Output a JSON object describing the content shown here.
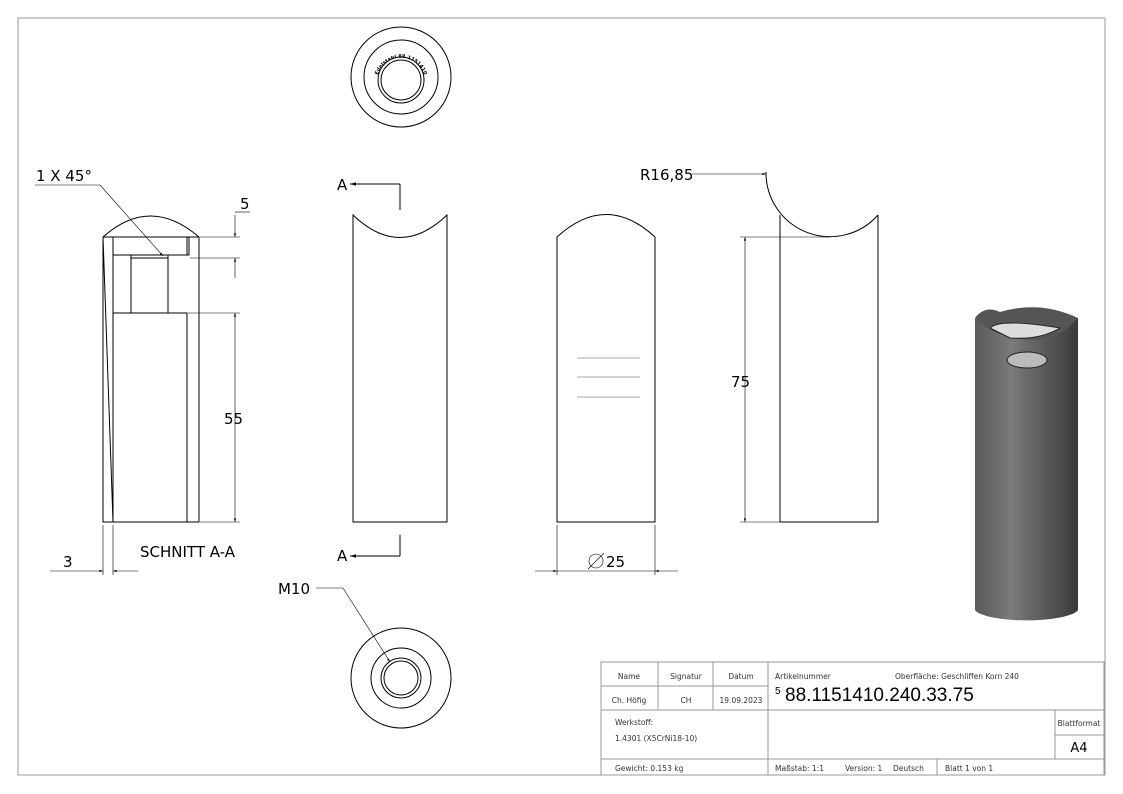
{
  "drawing": {
    "section_label": "SCHNITT A-A",
    "chamfer_note": "1 X 45°",
    "dim_top": "5",
    "dim_bore_depth": "55",
    "dim_wall": "3",
    "section_marker": "A",
    "thread_note": "M10",
    "diameter": "25",
    "radius_note": "R16,85",
    "length": "75",
    "engraving": "Edelstahl 88.1151410.240.33.75"
  },
  "title_block": {
    "name_label": "Name",
    "signature_label": "Signatur",
    "date_label": "Datum",
    "name": "Ch. Höfig",
    "signature": "CH",
    "date": "19.09.2023",
    "article_label": "Artikelnummer",
    "surface": "Oberfläche:  Geschliffen Korn 240",
    "revision": "5",
    "article_number": "88.1151410.240.33.75",
    "material_label": "Werkstoff:",
    "material": "1.4301 (X5CrNi18-10)",
    "sheet_format_label": "Blattformat",
    "sheet_format": "A4",
    "weight": "Gewicht: 0.153 kg",
    "scale": "Maßstab: 1:1",
    "version": "Version: 1",
    "language": "Deutsch",
    "sheet": "Blatt 1 von 1"
  }
}
